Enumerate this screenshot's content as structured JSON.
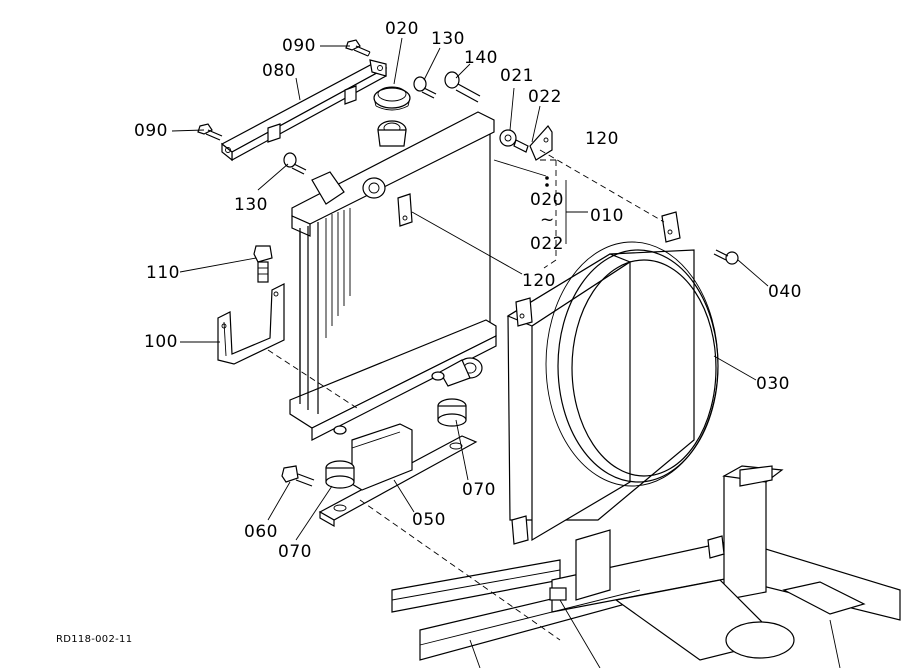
{
  "figure_code": "RD118-002-11",
  "labels": {
    "p010": "010",
    "p020_top": "020",
    "p020_range": "020",
    "p021": "021",
    "p022_top": "022",
    "p022_range": "022",
    "p030": "030",
    "p040": "040",
    "p050": "050",
    "p060": "060",
    "p070_right": "070",
    "p070_bottom": "070",
    "p080": "080",
    "p090_top": "090",
    "p090_left": "090",
    "p100": "100",
    "p110": "110",
    "p120_top": "120",
    "p120_mid": "120",
    "p130_top": "130",
    "p130_left": "130",
    "p140": "140",
    "range_tilde": "~"
  }
}
